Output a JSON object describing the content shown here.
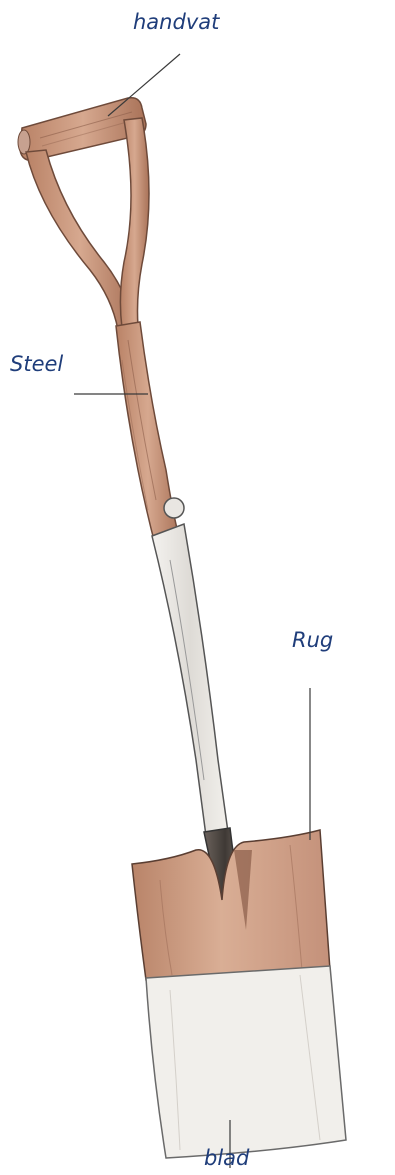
{
  "labels": {
    "handle": "handvat",
    "shaft": "Steel",
    "back": "Rug",
    "blade": "blad"
  },
  "colors": {
    "label_text": "#1f3d7a",
    "leader_line": "#3a3a3a",
    "wood": "#c9957a",
    "wood_dark": "#a66f55",
    "metal_light": "#eceae6",
    "metal_dark": "#5a5450"
  }
}
